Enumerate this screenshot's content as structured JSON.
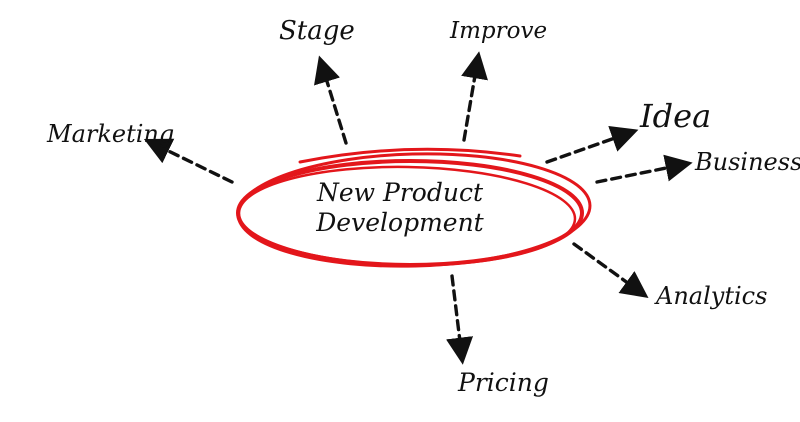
{
  "diagram": {
    "center": {
      "line1": "New Product",
      "line2": "Development"
    },
    "branches": {
      "stage": "Stage",
      "improve": "Improve",
      "marketing": "Marketing",
      "idea": "Idea",
      "business": "Business",
      "analytics": "Analytics",
      "pricing": "Pricing"
    },
    "colors": {
      "ellipse": "#e3161b",
      "ink": "#111111",
      "background": "#ffffff"
    }
  }
}
